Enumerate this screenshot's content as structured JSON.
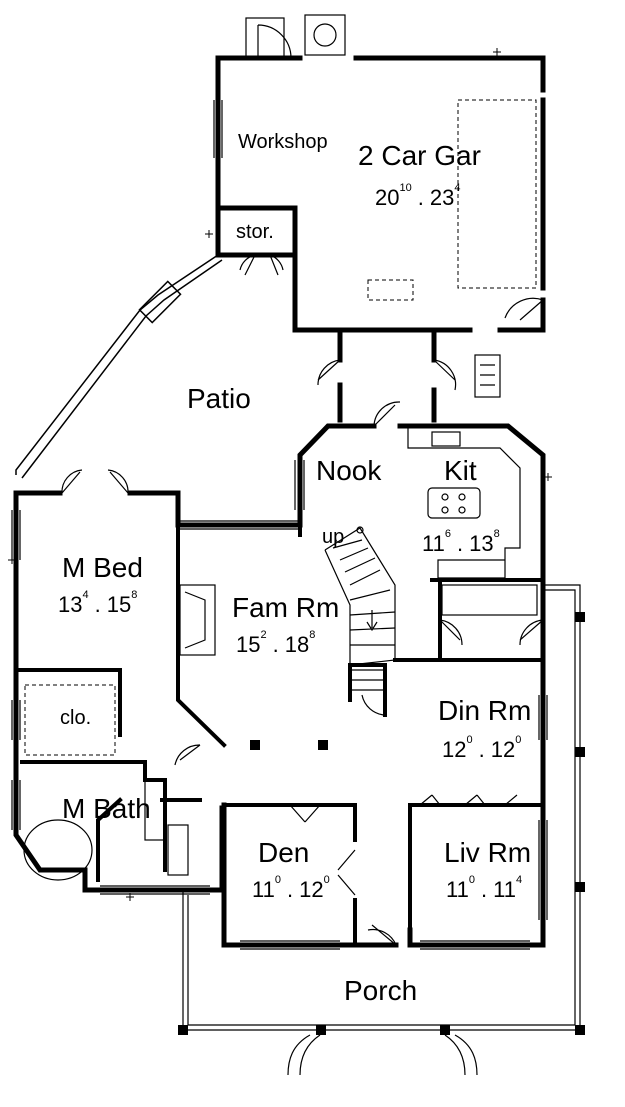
{
  "rooms": {
    "workshop": {
      "name": "Workshop"
    },
    "garage": {
      "name": "2 Car Gar",
      "w": "20",
      "w_in": "10",
      "l": "23",
      "l_in": "4"
    },
    "storage": {
      "name": "stor."
    },
    "patio": {
      "name": "Patio"
    },
    "nook": {
      "name": "Nook"
    },
    "kitchen": {
      "name": "Kit",
      "w": "11",
      "w_in": "6",
      "l": "13",
      "l_in": "8"
    },
    "stairs": {
      "label": "up"
    },
    "master_bed": {
      "name": "M Bed",
      "w": "13",
      "w_in": "4",
      "l": "15",
      "l_in": "8"
    },
    "family_room": {
      "name": "Fam Rm",
      "w": "15",
      "w_in": "2",
      "l": "18",
      "l_in": "8"
    },
    "closet": {
      "name": "clo."
    },
    "master_bath": {
      "name": "M Bath"
    },
    "dining_room": {
      "name": "Din Rm",
      "w": "12",
      "w_in": "0",
      "l": "12",
      "l_in": "0"
    },
    "den": {
      "name": "Den",
      "w": "11",
      "w_in": "0",
      "l": "12",
      "l_in": "0"
    },
    "living_room": {
      "name": "Liv Rm",
      "w": "11",
      "w_in": "0",
      "l": "11",
      "l_in": "4"
    },
    "porch": {
      "name": "Porch"
    }
  },
  "dimension_separator": "."
}
